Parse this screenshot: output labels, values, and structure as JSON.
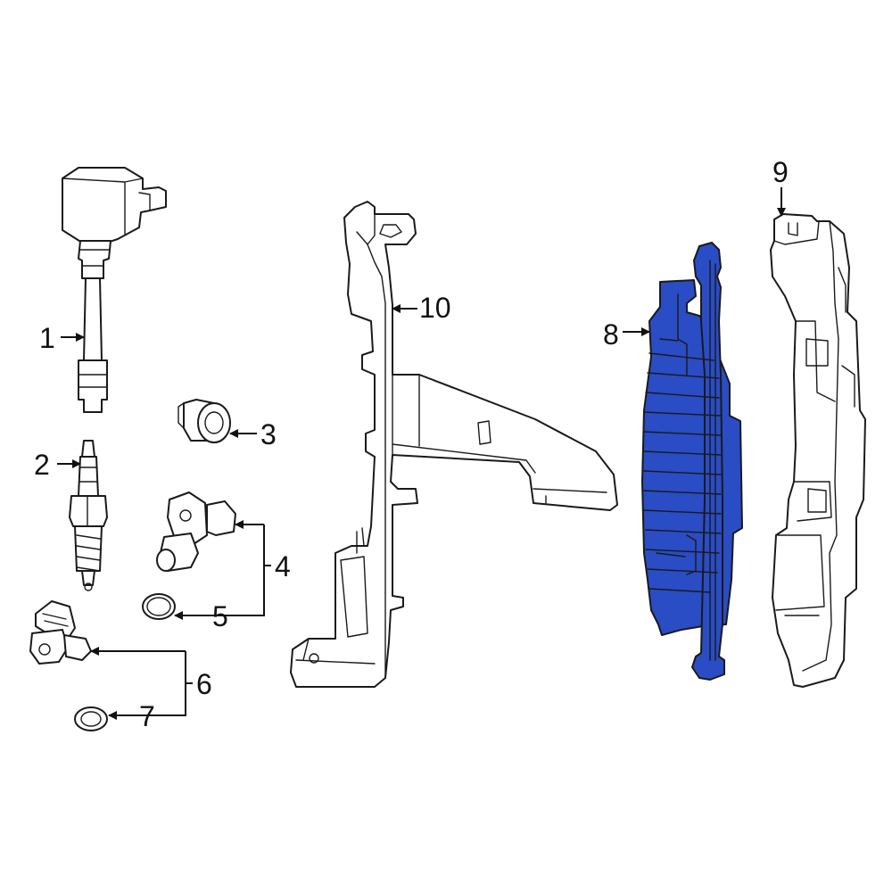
{
  "callouts": {
    "c1": "1",
    "c2": "2",
    "c3": "3",
    "c4": "4",
    "c5": "5",
    "c6": "6",
    "c7": "7",
    "c8": "8",
    "c9": "9",
    "c10": "10"
  },
  "colors": {
    "highlight_fill": "#2a4cc4",
    "outline": "#1a1a1a",
    "background": "#ffffff"
  }
}
